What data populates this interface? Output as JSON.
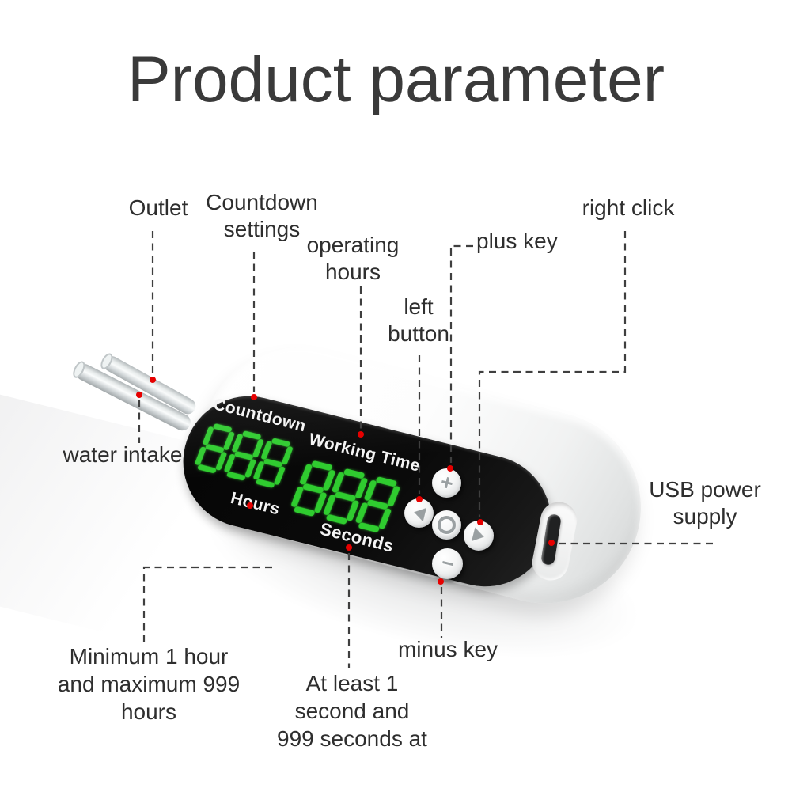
{
  "title": "Product parameter",
  "annotations": {
    "outlet": "Outlet",
    "countdown_settings": {
      "line1": "Countdown",
      "line2": "settings"
    },
    "operating_hours": {
      "line1": "operating",
      "line2": "hours"
    },
    "right_click": "right click",
    "plus_key": "plus key",
    "left_button": {
      "line1": "left",
      "line2": "button"
    },
    "water_intake": "water intake",
    "usb_power": {
      "line1": "USB power",
      "line2": "supply"
    },
    "minus_key": "minus key",
    "hours_range": {
      "line1": "Minimum 1 hour",
      "line2": "and maximum 999",
      "line3": "hours"
    },
    "seconds_range": {
      "line1": "At least 1",
      "line2": "second and",
      "line3": "999 seconds at"
    }
  },
  "device": {
    "display": {
      "countdown_label": "Countdown",
      "working_time_label": "Working Time",
      "hours_label": "Hours",
      "seconds_label": "Seconds",
      "hours_value": "888",
      "seconds_value": "888"
    },
    "buttons": {
      "plus": "+",
      "minus": "−",
      "left": "left-triangle",
      "right": "right-triangle",
      "center": "circle-ring"
    },
    "ports": {
      "usb": "USB-C port"
    }
  },
  "colors": {
    "digit_green": "#2fcc2f",
    "marker_red": "#e60000",
    "panel_black": "#0a0a0a",
    "line_gray": "#3f3f3f"
  }
}
